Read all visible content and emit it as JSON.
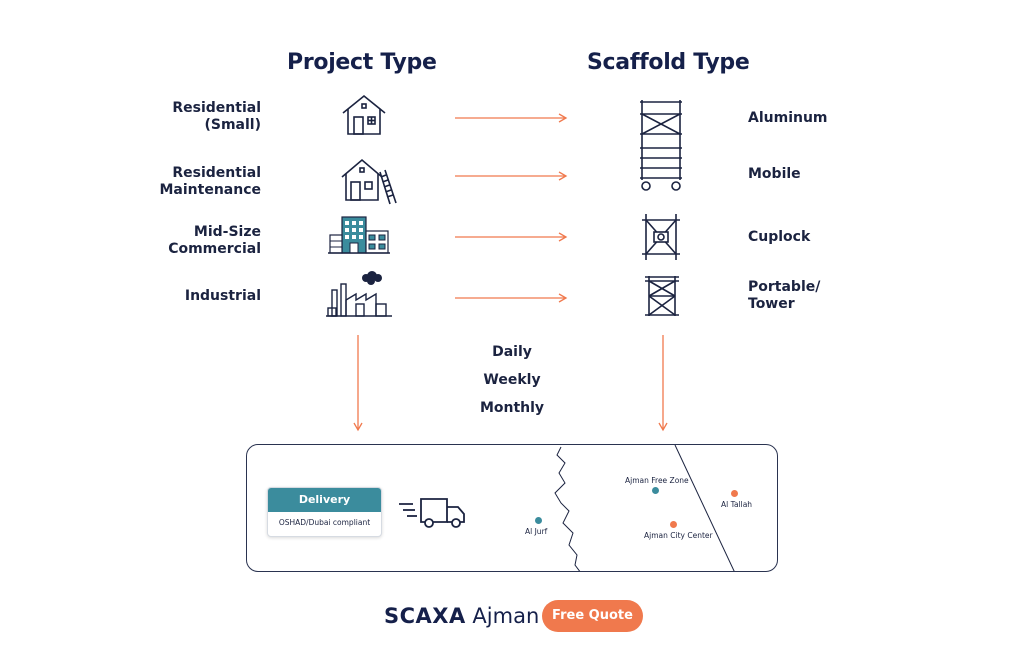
{
  "headings": {
    "project": "Project Type",
    "scaffold": "Scaffold Type"
  },
  "project_types": [
    {
      "line1": "Residential",
      "line2": "(Small)",
      "icon": "house-icon"
    },
    {
      "line1": "Residential",
      "line2": "Maintenance",
      "icon": "house-ladder-icon"
    },
    {
      "line1": "Mid-Size",
      "line2": "Commercial",
      "icon": "office-building-icon"
    },
    {
      "line1": "Industrial",
      "line2": "",
      "icon": "factory-icon"
    }
  ],
  "scaffold_types": [
    {
      "line1": "Aluminum",
      "line2": "",
      "icon": "tall-scaffold-icon"
    },
    {
      "line1": "Mobile",
      "line2": "",
      "icon": "mobile-scaffold-icon"
    },
    {
      "line1": "Cuplock",
      "line2": "",
      "icon": "cuplock-scaffold-icon"
    },
    {
      "line1": "Portable/",
      "line2": "Tower",
      "icon": "tower-scaffold-icon"
    }
  ],
  "rental_periods": [
    "Daily",
    "Weekly",
    "Monthly"
  ],
  "delivery": {
    "title": "Delivery",
    "compliance": "OSHAD/Dubai compliant",
    "icon": "delivery-truck-icon"
  },
  "map": {
    "locations": [
      {
        "name": "Ajman Free Zone",
        "color": "#3b8c9d"
      },
      {
        "name": "Al Tallah",
        "color": "#f0794d"
      },
      {
        "name": "Al Jurf",
        "color": "#3b8c9d"
      },
      {
        "name": "Ajman City Center",
        "color": "#f0794d"
      }
    ]
  },
  "brand": {
    "name": "SCAXA",
    "city": "Ajman"
  },
  "cta": {
    "label": "Free Quote"
  },
  "colors": {
    "accent": "#f0794d",
    "teal": "#3b8c9d",
    "navy": "#15204a"
  }
}
